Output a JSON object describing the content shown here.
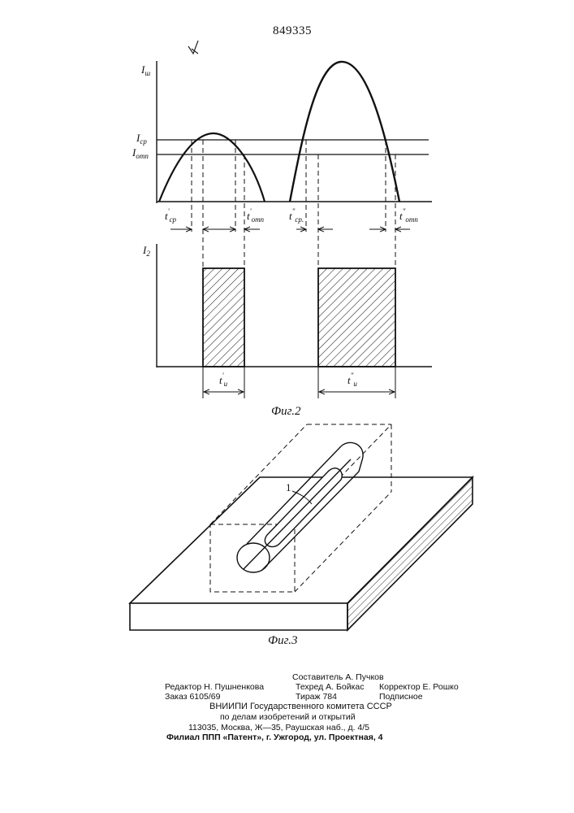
{
  "page_number": "849335",
  "fig2": {
    "caption": "Фиг.2",
    "upper_y_label": "I",
    "upper_y_sub": "ш",
    "i_cp_label": "I",
    "i_cp_sub": "ср",
    "i_otp_label": "I",
    "i_otp_sub": "отп",
    "t1_cp": {
      "main": "t",
      "sup": "'",
      "sub": "ср"
    },
    "t1_otp": {
      "main": "t",
      "sup": "'",
      "sub": "отп"
    },
    "t2_cp": {
      "main": "t",
      "sup": "\"",
      "sub": "ср."
    },
    "t2_otp": {
      "main": "t",
      "sup": "\"",
      "sub": "отп"
    },
    "lower_y_label": "I",
    "lower_y_sub": "2",
    "t1_i": {
      "main": "t",
      "sup": "'",
      "sub": "и"
    },
    "t2_i": {
      "main": "t",
      "sup": "\"",
      "sub": "и"
    }
  },
  "fig3": {
    "caption": "Фиг.3",
    "callout": "1"
  },
  "imprint": {
    "compiler": "Составитель А. Пучков",
    "editor": "Редактор Н. Пушненкова",
    "techred": "Техред А. Бойкас",
    "corrector": "Корректор Е. Рошко",
    "order": "Заказ 6105/69",
    "circulation": "Тираж 784",
    "subscription": "Подписное",
    "org1": "ВНИИПИ Государственного комитета СССР",
    "org2": "по делам изобретений и открытий",
    "address": "113035, Москва, Ж—35, Раушская наб., д. 4/5",
    "branch": "Филиал ППП «Патент», г. Ужгород, ул. Проектная, 4"
  }
}
